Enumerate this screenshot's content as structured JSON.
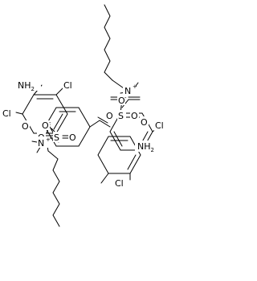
{
  "diagram": {
    "type": "chemical-structure",
    "labels": {
      "cl": "Cl",
      "nh2_n": "NH",
      "nh2_sub": "2",
      "n": "N",
      "plus": "+",
      "s": "S",
      "o": "O",
      "o_minus": "-"
    },
    "colors": {
      "bond": "#000000",
      "text": "#000000",
      "background": "#ffffff"
    }
  }
}
